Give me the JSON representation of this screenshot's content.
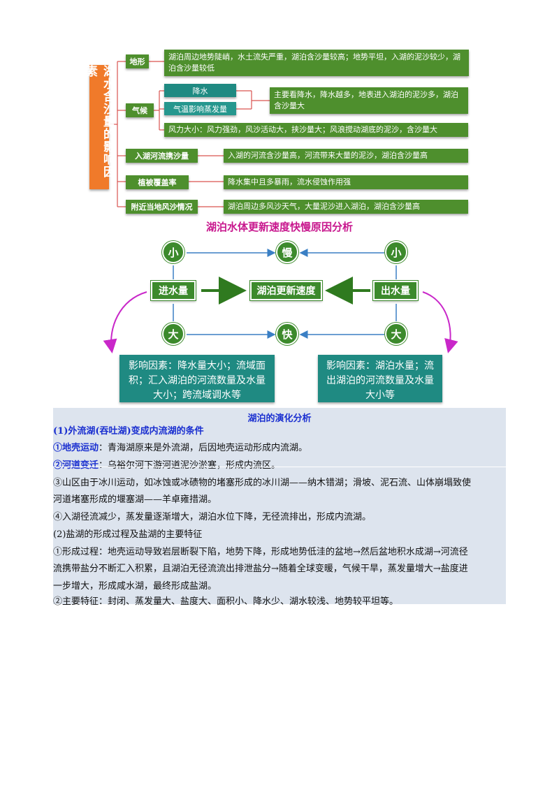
{
  "mindmap": {
    "title": "湖水含沙量的影响因素",
    "terrain": {
      "label": "地形",
      "text": "湖泊周边地势陡峭，水土流失严重，湖泊含沙量较高；地势平坦，入湖的泥沙较少，湖泊含沙量较低"
    },
    "climate": {
      "label": "气候",
      "sub1": "降水",
      "sub2": "气温影响蒸发量",
      "rain_text": "主要看降水，降水越多，地表进入湖泊的泥沙多，湖泊含沙量大",
      "wind_text": "风力大小：风力强劲，风沙活动大，挟沙量大；风浪搅动湖底的泥沙，含沙量大"
    },
    "inflow": {
      "label": "入湖河流携沙量",
      "text": "入湖的河流含沙量高，河流带来大量的泥沙，湖泊含沙量高"
    },
    "vegetation": {
      "label": "植被覆盖率",
      "text": "降水集中且多暴雨，流水侵蚀作用强"
    },
    "sand": {
      "label": "附近当地风沙情况",
      "text": "湖泊周边多风沙天气，大量泥沙进入湖泊，湖泊含沙量高"
    }
  },
  "renewal": {
    "title": "湖泊水体更新速度快慢原因分析",
    "small_left": "小",
    "slow": "慢",
    "small_right": "小",
    "inflow_node": "进水量",
    "center_node": "湖泊更新速度",
    "outflow_node": "出水量",
    "big_left": "大",
    "fast": "快",
    "big_right": "大",
    "left_box": "影响因素：降水量大小；流域面积；汇入湖泊的河流数量及水量大小；跨流域调水等",
    "right_box": "影响因素：湖泊水量；流出湖泊的河流数量及水量大小等"
  },
  "evolution": {
    "title": "湖泊的演化分析",
    "h1": "(1)外流湖(吞吐湖)变成内流湖的条件",
    "p1_label": "①地壳运动",
    "p1_text": "：青海湖原来是外流湖，后因地壳运动形成内流湖。",
    "p2_label": "②河道变迁",
    "p2_text": "：乌裕尔河下游河道泥沙淤塞，形成内流区。",
    "p3_line1": "③山区由于冰川运动，如冰蚀或冰碛物的堵塞形成的冰川湖——纳木错湖；滑坡、泥石流、山体崩塌致使",
    "p3_line2": "河道堵塞形成的堰塞湖——羊卓雍措湖。",
    "p4": "④入湖径流减少，蒸发量逐渐增大，湖泊水位下降，无径流排出，形成内流湖。",
    "h2": "(2)盐湖的形成过程及盐湖的主要特征",
    "p5_line1": "①形成过程：地壳运动导致岩层断裂下陷，地势下降，形成地势低洼的盆地→然后盆地积水成湖→河流径",
    "p5_line2": "流携带盐分不断汇入积累，且湖泊无径流流出排泄盐分→随着全球变暖，气候干旱，蒸发量增大→盐度进",
    "p5_line3": "一步增大，形成咸水湖，最终形成盐湖。",
    "p6": "②主要特征：封闭、蒸发量大、盐度大、面积小、降水少、湖水较浅、地势较平坦等。"
  },
  "colors": {
    "green": "#4e8f2d",
    "teal": "#1f8a82",
    "orange": "#f07a2a",
    "magenta": "#c8188e",
    "blue_arrow": "#3a7fc4",
    "notes_bg": "#dde4ee"
  }
}
